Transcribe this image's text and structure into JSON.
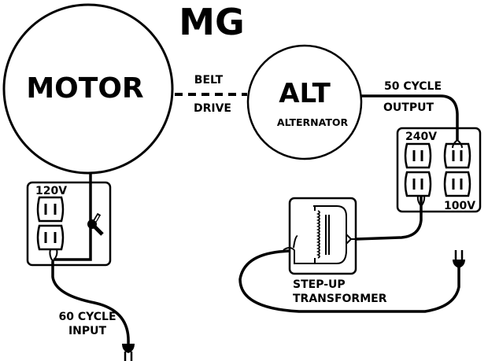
{
  "title": "MG",
  "motor": {
    "label": "MOTOR"
  },
  "belt": {
    "line1": "BELT",
    "line2": "DRIVE"
  },
  "alternator": {
    "label": "ALT",
    "sublabel": "ALTERNATOR"
  },
  "output": {
    "line1": "50 CYCLE",
    "line2": "OUTPUT"
  },
  "input": {
    "line1": "60 CYCLE",
    "line2": "INPUT"
  },
  "outlet_box_left": {
    "voltage": "120V"
  },
  "outlet_box_right": {
    "voltage_top": "240V",
    "voltage_bottom": "100V"
  },
  "transformer": {
    "line1": "STEP-UP",
    "line2": "TRANSFORMER"
  },
  "colors": {
    "ink": "#000000",
    "paper": "#ffffff"
  }
}
